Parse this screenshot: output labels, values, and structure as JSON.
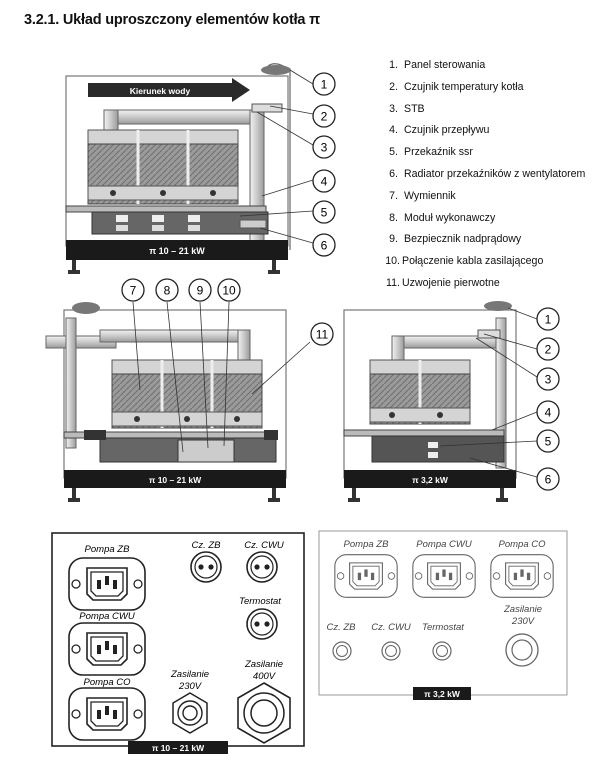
{
  "heading": "3.2.1.  Układ uproszczony elementów kotła π",
  "legend": [
    {
      "num": "1.",
      "label": "Panel sterowania"
    },
    {
      "num": "2.",
      "label": "Czujnik temperatury kotła"
    },
    {
      "num": "3.",
      "label": "STB"
    },
    {
      "num": "4.",
      "label": "Czujnik przepływu"
    },
    {
      "num": "5.",
      "label": "Przekaźnik ssr"
    },
    {
      "num": "6.",
      "label": "Radiator przekaźników z wentylatorem"
    },
    {
      "num": "7.",
      "label": "Wymiennik"
    },
    {
      "num": "8.",
      "label": "Moduł wykonawczy"
    },
    {
      "num": "9.",
      "label": "Bezpiecznik nadprądowy"
    },
    {
      "num": "10.",
      "label": "Połączenie kabla zasilającego"
    },
    {
      "num": "11.",
      "label": "Uzwojenie pierwotne"
    }
  ],
  "water_direction_label": "Kierunek wody",
  "model_large": "π 10 – 21 kW",
  "model_small": "π 3,2 kW",
  "callouts_top": [
    "1",
    "2",
    "3",
    "4",
    "5",
    "6"
  ],
  "callouts_mid_left": [
    "7",
    "8",
    "9",
    "10",
    "11"
  ],
  "callouts_mid_right": [
    "1",
    "2",
    "3",
    "4",
    "5",
    "6"
  ],
  "panel_large": {
    "pompa_zb": "Pompa ZB",
    "pompa_cwu": "Pompa CWU",
    "pompa_co": "Pompa CO",
    "cz_zb": "Cz. ZB",
    "cz_cwu": "Cz. CWU",
    "termostat": "Termostat",
    "zasilanie_230_l1": "Zasilanie",
    "zasilanie_230_l2": "230V",
    "zasilanie_400_l1": "Zasilanie",
    "zasilanie_400_l2": "400V",
    "badge": "π 10 – 21 kW"
  },
  "panel_small": {
    "pompa_zb": "Pompa ZB",
    "pompa_cwu": "Pompa CWU",
    "pompa_co": "Pompa CO",
    "cz_zb": "Cz. ZB",
    "cz_cwu": "Cz. CWU",
    "termostat": "Termostat",
    "zasilanie_l1": "Zasilanie",
    "zasilanie_l2": "230V",
    "badge": "π 3,2 kW"
  }
}
